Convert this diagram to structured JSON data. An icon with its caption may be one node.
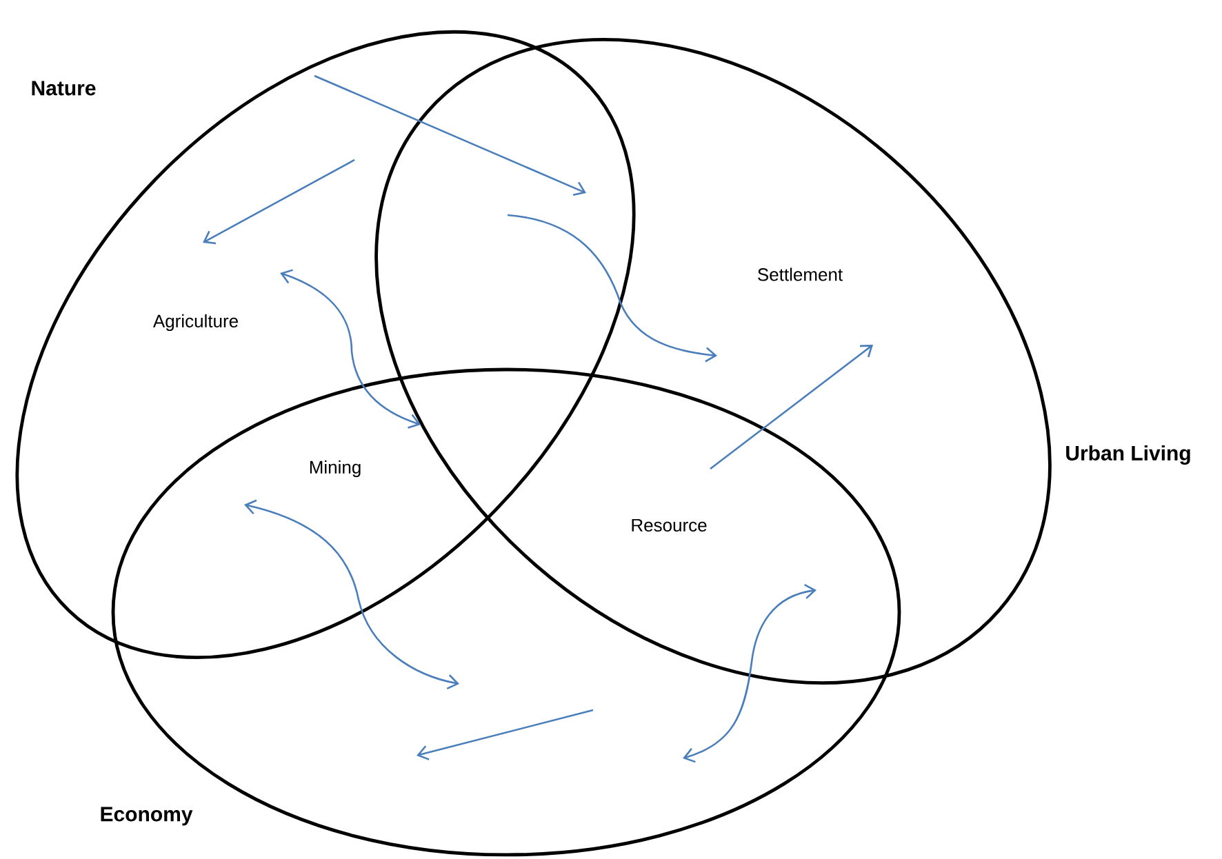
{
  "diagram": {
    "nodes": [
      {
        "text": [
          "Nature"
        ]
      },
      {
        "text": [
          "Urban Living"
        ]
      },
      {
        "text": [
          "Economy"
        ]
      }
    ],
    "edges": [
      {
        "from": 0,
        "to": 1,
        "arrow": "to"
      },
      {
        "from": 0,
        "to": 2,
        "arrow": "both"
      },
      {
        "from": 2,
        "to": 1,
        "arrow": "to"
      }
    ],
    "labels": [
      "Settlement",
      "Agriculture",
      "Mining",
      "Resource"
    ]
  }
}
